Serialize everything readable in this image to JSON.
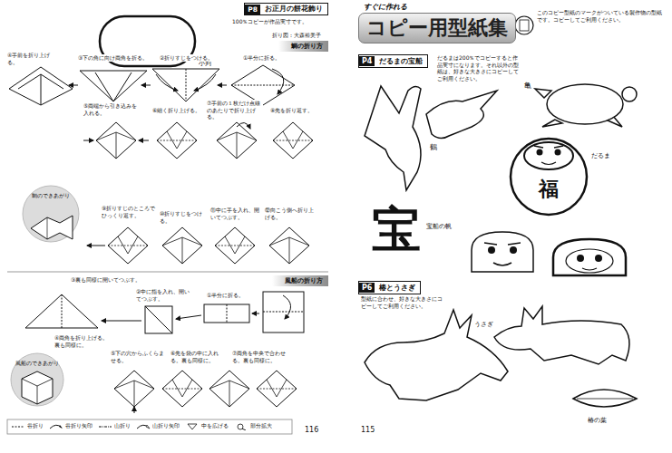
{
  "diagram": {
    "nodes": [
      {
        "text": [
          "P8",
          "お正月の餅花飾り"
        ]
      },
      {
        "text": [
          "鯛の折り方"
        ]
      },
      {
        "text": [
          "鯛のできあがり"
        ]
      },
      {
        "text": [
          "風船の折り方"
        ]
      },
      {
        "text": [
          "風船のできあがり"
        ]
      },
      {
        "text": [
          "すぐに作れる",
          "コピー用型紙集"
        ]
      },
      {
        "text": [
          "P4",
          "だるまの宝船"
        ]
      },
      {
        "text": [
          "P6",
          "椿とうさぎ"
        ]
      }
    ],
    "labels": [
      "100％コピーが作品実寸です。",
      "小判",
      "折り図：大森裕美子",
      "①半分に折る。",
      "②折りすじをつける。",
      "③下の角に向け両角を折る。",
      "④手前を折り上げる。",
      "⑤両端から引き込みを入れる。",
      "⑥細く折り上げる。",
      "⑦手前の１枚だけ点線のあたりで折り上げる。",
      "⑧先を折り返す。",
      "⑨折りすじのところでひっくり返す。",
      "⑩折りすじをつける。",
      "⑪中に手を入れ、開いてつぶす。",
      "⑫向こう側へ折り上げる。",
      "③裏も同様に開いてつぶす。",
      "②中に指を入れ、開いてつぶす。",
      "①半分に折る。",
      "④両角を折り上げる。裏も同様に。",
      "⑤下の穴からふくらませる。",
      "⑥先を袋の中に入れる。裏も同様に。",
      "⑦両角を中央で合わせる。裏も同様に。",
      "116",
      "このコピー型紙のマークがついている製作物の型紙です。コピーしてご利用ください。",
      "だるまは200％でコピーすると作品実寸になります。それ以外の型紙は、好きな大きさにコピーしてご利用ください。",
      "亀",
      "鶴",
      "福",
      "だるま",
      "宝",
      "宝船の帆",
      "型紙に合わせ、好きな大きさにコピーしてご利用ください。",
      "うさぎ",
      "椿の葉",
      "115"
    ],
    "legend": [
      {
        "text": "谷折り"
      },
      {
        "text": "谷折り矢印"
      },
      {
        "text": "山折り"
      },
      {
        "text": "山折り矢印"
      },
      {
        "text": "中を広げる"
      },
      {
        "text": "部分拡大"
      }
    ]
  }
}
